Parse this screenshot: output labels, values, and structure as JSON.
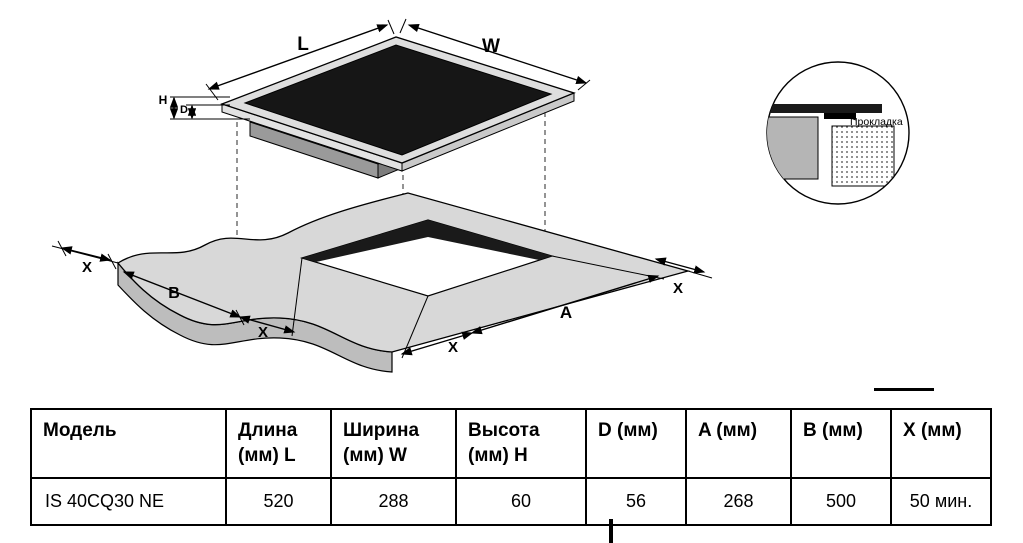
{
  "colors": {
    "line": "#000000",
    "glass": "#161616",
    "counter_top": "#d8d8d8",
    "counter_edge": "#bdbdbd",
    "hob_rim": "#dedede"
  },
  "diagram": {
    "labels": {
      "length": "L",
      "width": "W",
      "height": "H",
      "depth": "D",
      "x_left": "X",
      "b": "B",
      "x_front_left": "X",
      "x_front_center": "X",
      "a": "A",
      "x_right": "X"
    },
    "detail": {
      "gasket": "Прокладка"
    }
  },
  "table": {
    "headers": [
      {
        "line1": "Модель",
        "line2": ""
      },
      {
        "line1": "Длина",
        "line2": "(мм) L"
      },
      {
        "line1": "Ширина",
        "line2": "(мм) W"
      },
      {
        "line1": "Высота",
        "line2": "(мм) H"
      },
      {
        "line1": "D (мм)",
        "line2": ""
      },
      {
        "line1": "A (мм)",
        "line2": ""
      },
      {
        "line1": "B (мм)",
        "line2": ""
      },
      {
        "line1": "X (мм)",
        "line2": ""
      }
    ],
    "row": [
      "IS 40CQ30 NE",
      "520",
      "288",
      "60",
      "56",
      "268",
      "500",
      "50 мин."
    ]
  }
}
